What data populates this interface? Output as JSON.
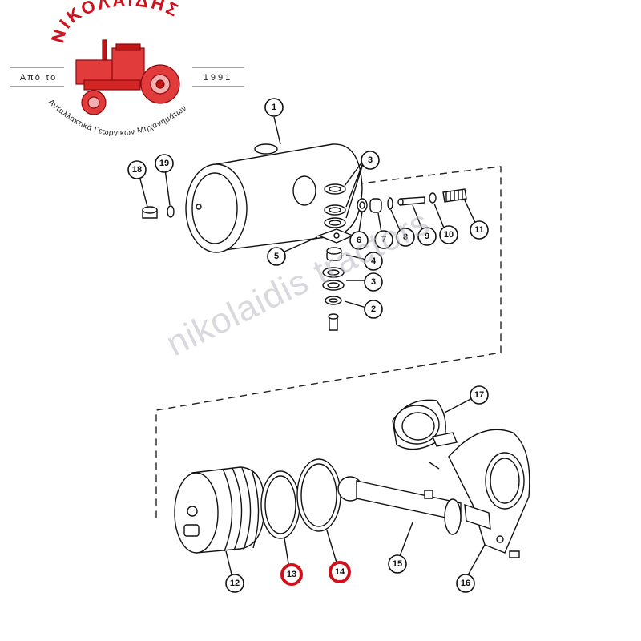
{
  "logo": {
    "brand": "ΝΙΚΟΛΑΪΔΗΣ",
    "since_label": "Από το",
    "year": "1991",
    "tagline": "Ανταλλακτικά Γεωργικών Μηχανημάτων",
    "brand_color": "#d0101a"
  },
  "watermark": "nikolaidis tractors",
  "callouts": [
    {
      "id": "1",
      "label": "1",
      "highlighted": false
    },
    {
      "id": "2",
      "label": "2",
      "highlighted": false
    },
    {
      "id": "3a",
      "label": "3",
      "highlighted": false
    },
    {
      "id": "3b",
      "label": "3",
      "highlighted": false
    },
    {
      "id": "4",
      "label": "4",
      "highlighted": false
    },
    {
      "id": "5",
      "label": "5",
      "highlighted": false
    },
    {
      "id": "6",
      "label": "6",
      "highlighted": false
    },
    {
      "id": "7",
      "label": "7",
      "highlighted": false
    },
    {
      "id": "8",
      "label": "8",
      "highlighted": false
    },
    {
      "id": "9",
      "label": "9",
      "highlighted": false
    },
    {
      "id": "10",
      "label": "10",
      "highlighted": false
    },
    {
      "id": "11",
      "label": "11",
      "highlighted": false
    },
    {
      "id": "12",
      "label": "12",
      "highlighted": false
    },
    {
      "id": "13",
      "label": "13",
      "highlighted": true
    },
    {
      "id": "14",
      "label": "14",
      "highlighted": true
    },
    {
      "id": "15",
      "label": "15",
      "highlighted": false
    },
    {
      "id": "16",
      "label": "16",
      "highlighted": false
    },
    {
      "id": "17",
      "label": "17",
      "highlighted": false
    },
    {
      "id": "18",
      "label": "18",
      "highlighted": false
    },
    {
      "id": "19",
      "label": "19",
      "highlighted": false
    }
  ],
  "colors": {
    "highlight": "#d0101a",
    "ink": "#111111",
    "watermark": "#b9b9c4"
  }
}
